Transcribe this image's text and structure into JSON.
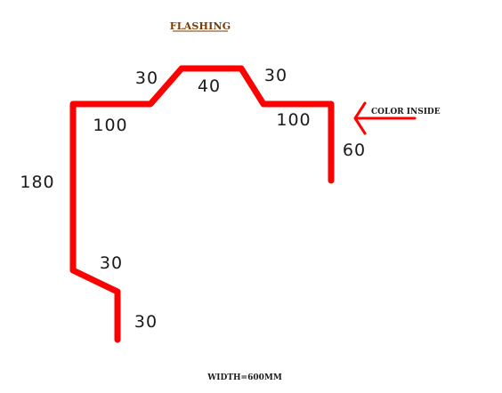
{
  "title": "FLASHING",
  "colors": {
    "profile": "#ff0000",
    "title": "#7a3a00",
    "text": "#1a1a1a",
    "background": "#ffffff"
  },
  "dimensions": {
    "top_center": "40",
    "top_left_slope": "30",
    "top_right_slope": "30",
    "left_flat": "100",
    "right_flat": "100",
    "right_drop": "60",
    "left_height": "180",
    "bottom_slope": "30",
    "bottom_return": "30"
  },
  "annotation": {
    "label": "COLOR  INSIDE",
    "arrow_icon": "arrow-left-icon"
  },
  "footer": {
    "width_label": "WIDTH=600MM"
  }
}
